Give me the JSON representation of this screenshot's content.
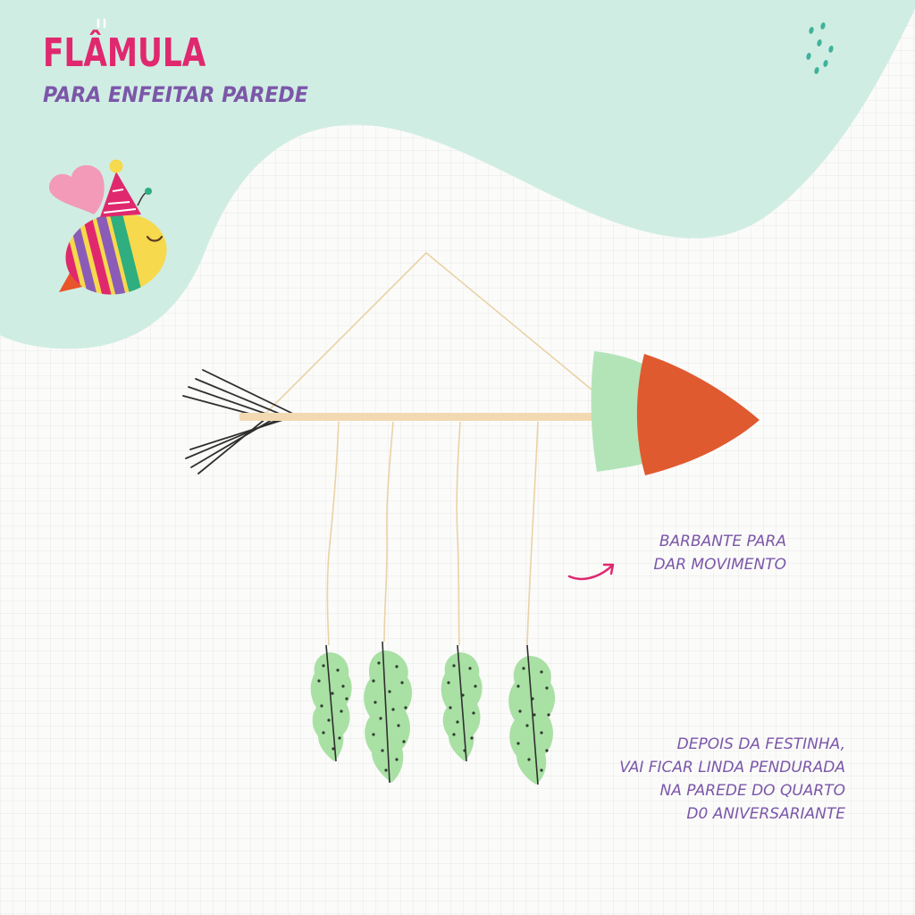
{
  "header": {
    "title": "FLÂMULA",
    "subtitle": "PARA ENFEITAR PAREDE"
  },
  "annotations": {
    "string_note": [
      "BARBANTE PARA",
      "DAR MOVIMENTO"
    ],
    "after_party_note": [
      "DEPOIS DA FESTINHA,",
      "VAI FICAR LINDA PENDURADA",
      "NA PAREDE DO QUARTO",
      "D0 ANIVERSARIANTE"
    ]
  },
  "colors": {
    "title": "#e0286e",
    "text": "#7b57a8",
    "mint_background": "#d0ede3",
    "stick": "#f2d9b2",
    "arrowhead_front": "#e05a30",
    "arrowhead_back": "#b3e4b8",
    "feather": "#a9e0a4",
    "pointer_arrow": "#e0286e"
  },
  "illustration": {
    "mascot": "party-bee",
    "pendant_count": 4
  }
}
